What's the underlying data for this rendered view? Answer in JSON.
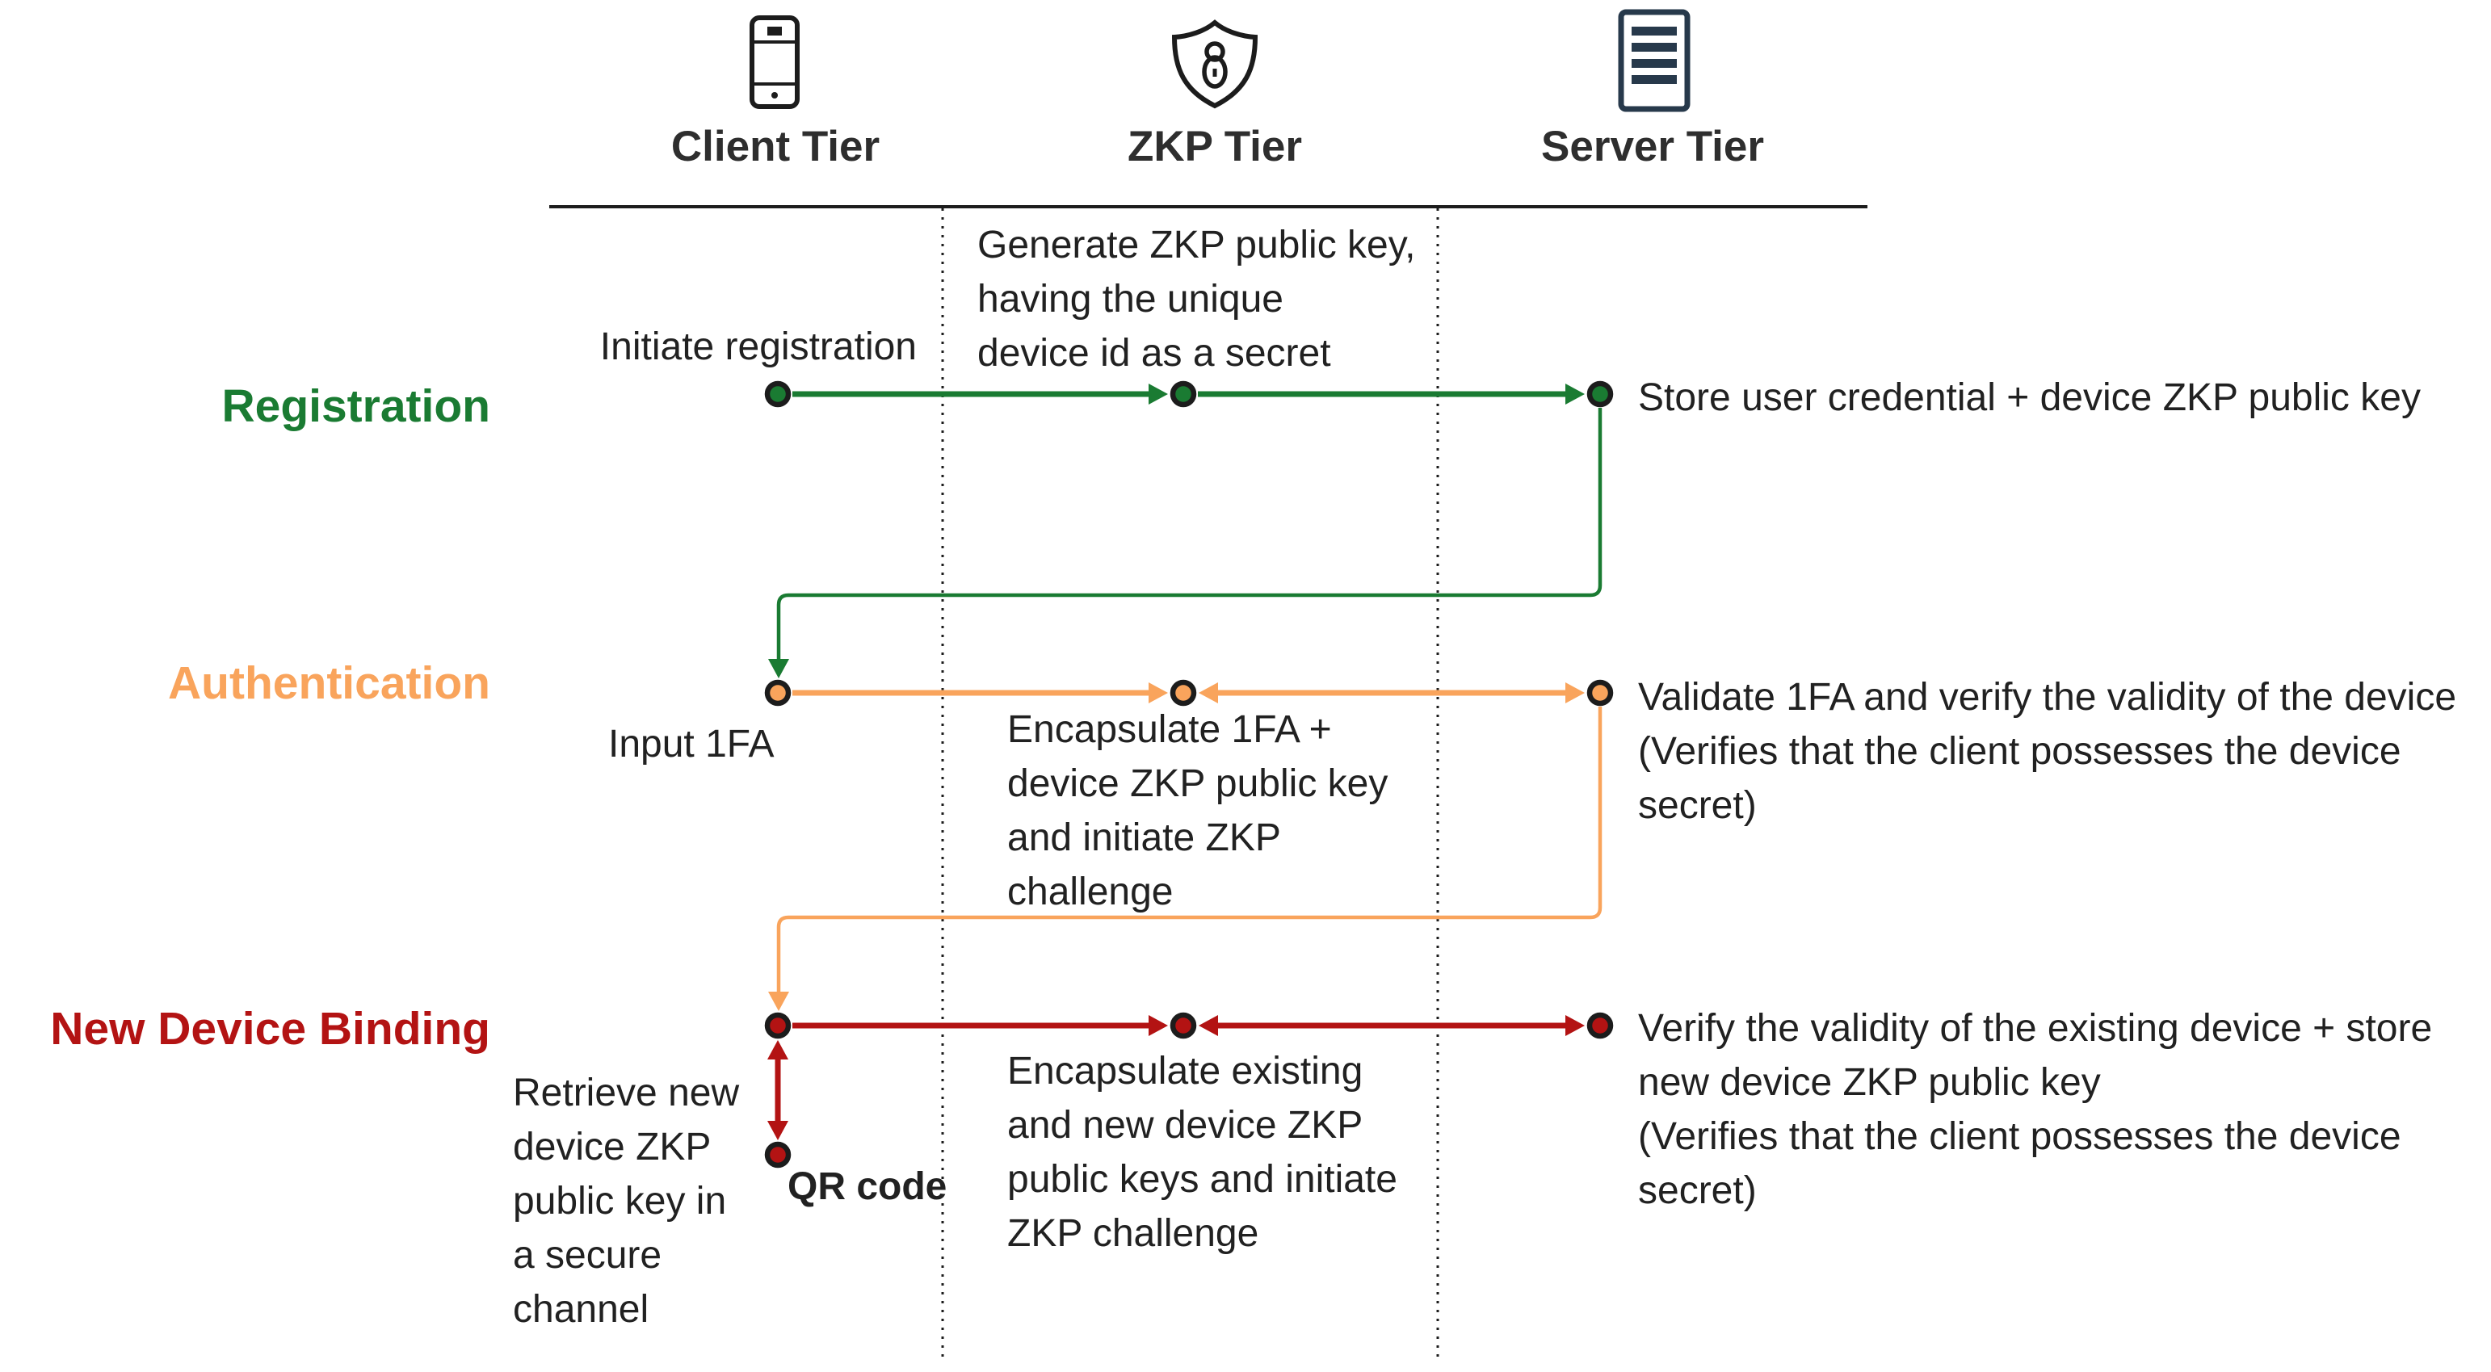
{
  "diagram": {
    "title_hint": "ZKP three-tier authentication sequence diagram",
    "colors": {
      "green": "#1a7b32",
      "orange": "#f9a45c",
      "red": "#b31313",
      "ink": "#1c1c1c",
      "icon_navy": "#27394b",
      "tier_label": "#2e2e2e",
      "body_text": "#212121"
    },
    "tiers": {
      "client": {
        "label": "Client Tier",
        "icon": "smartphone-icon"
      },
      "zkp": {
        "label": "ZKP Tier",
        "icon": "shield-lock-icon"
      },
      "server": {
        "label": "Server Tier",
        "icon": "server-icon"
      }
    },
    "sections": {
      "registration": {
        "label": "Registration"
      },
      "authentication": {
        "label": "Authentication"
      },
      "new_device_binding": {
        "label": "New Device Binding"
      }
    },
    "messages": {
      "initiate_registration": "Initiate registration",
      "generate_zkp": "Generate ZKP public key,\nhaving the unique\ndevice id as a secret",
      "store_credential": "Store user credential + device ZKP public key",
      "input_1fa": "Input 1FA",
      "encapsulate_1fa": "Encapsulate 1FA +\ndevice ZKP public key\nand initiate ZKP\nchallenge",
      "validate_1fa": "Validate 1FA and verify the validity of the device\n(Verifies that the client possesses the device\nsecret)",
      "retrieve_new_device": "Retrieve new\ndevice ZKP\npublic key in\na secure\nchannel",
      "qr_code": "QR code",
      "encapsulate_existing": "Encapsulate existing\nand new device ZKP\npublic keys and initiate\nZKP challenge",
      "verify_existing": "Verify the validity of the existing device + store\nnew device ZKP public key\n(Verifies that the client possesses the device\nsecret)"
    }
  }
}
